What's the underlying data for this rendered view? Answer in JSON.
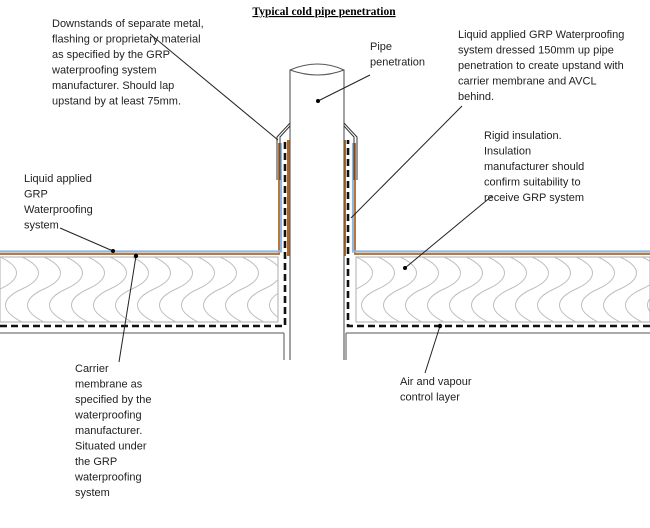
{
  "title": "Typical cold pipe penetration",
  "labels": {
    "downstands": [
      "Downstands of separate metal,",
      "flashing or proprietary material",
      "as specified by the GRP",
      "waterproofing system",
      "manufacturer. Should lap",
      "upstand by at least 75mm."
    ],
    "pipe": [
      "Pipe",
      "penetration"
    ],
    "liquid_upstand": [
      "Liquid applied GRP Waterproofing",
      "system dressed 150mm up pipe",
      "penetration to create upstand with",
      "carrier membrane and AVCL",
      "behind."
    ],
    "rigid_insulation": [
      "Rigid insulation.",
      "Insulation",
      "manufacturer should",
      "confirm suitability to",
      "receive GRP system"
    ],
    "liquid_applied": [
      "Liquid applied",
      "GRP",
      "Waterproofing",
      "system"
    ],
    "carrier_membrane": [
      "Carrier",
      "membrane as",
      "specified by the",
      "waterproofing",
      "manufacturer.",
      "Situated under",
      "the GRP",
      "waterproofing",
      "system"
    ],
    "avcl": [
      "Air and vapour",
      "control layer"
    ]
  },
  "colors": {
    "waterproofing": "#8fb8e0",
    "carrier": "#b5651d",
    "outline": "#555555",
    "avcl": "#111111",
    "insulation": "#bfbfbf"
  }
}
